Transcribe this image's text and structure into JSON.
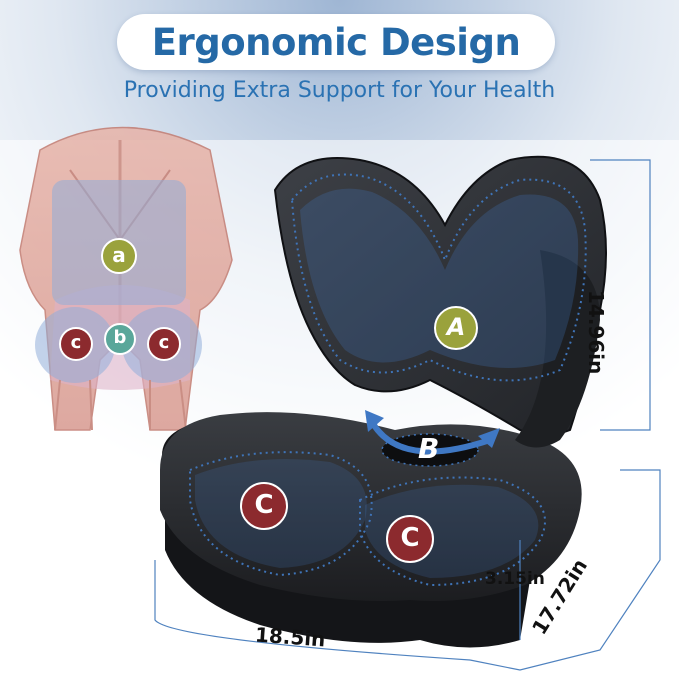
{
  "header": {
    "title": "Ergonomic Design",
    "subtitle": "Providing Extra Support for Your Health"
  },
  "anatomy": {
    "marker_a": "a",
    "marker_b": "b",
    "marker_c": "c"
  },
  "cushion": {
    "zone_a": "A",
    "zone_b": "B",
    "zone_c": "C"
  },
  "dimensions": {
    "height": "14.96in",
    "width": "18.5in",
    "depth": "17.72in",
    "thickness": "3.15in"
  },
  "colors": {
    "title": "#2569a6",
    "marker_a": "#9aa23c",
    "marker_b": "#5aa79a",
    "marker_c": "#8c2a2e",
    "zone": "#3f74b8",
    "cushion": "#2a2c30"
  }
}
